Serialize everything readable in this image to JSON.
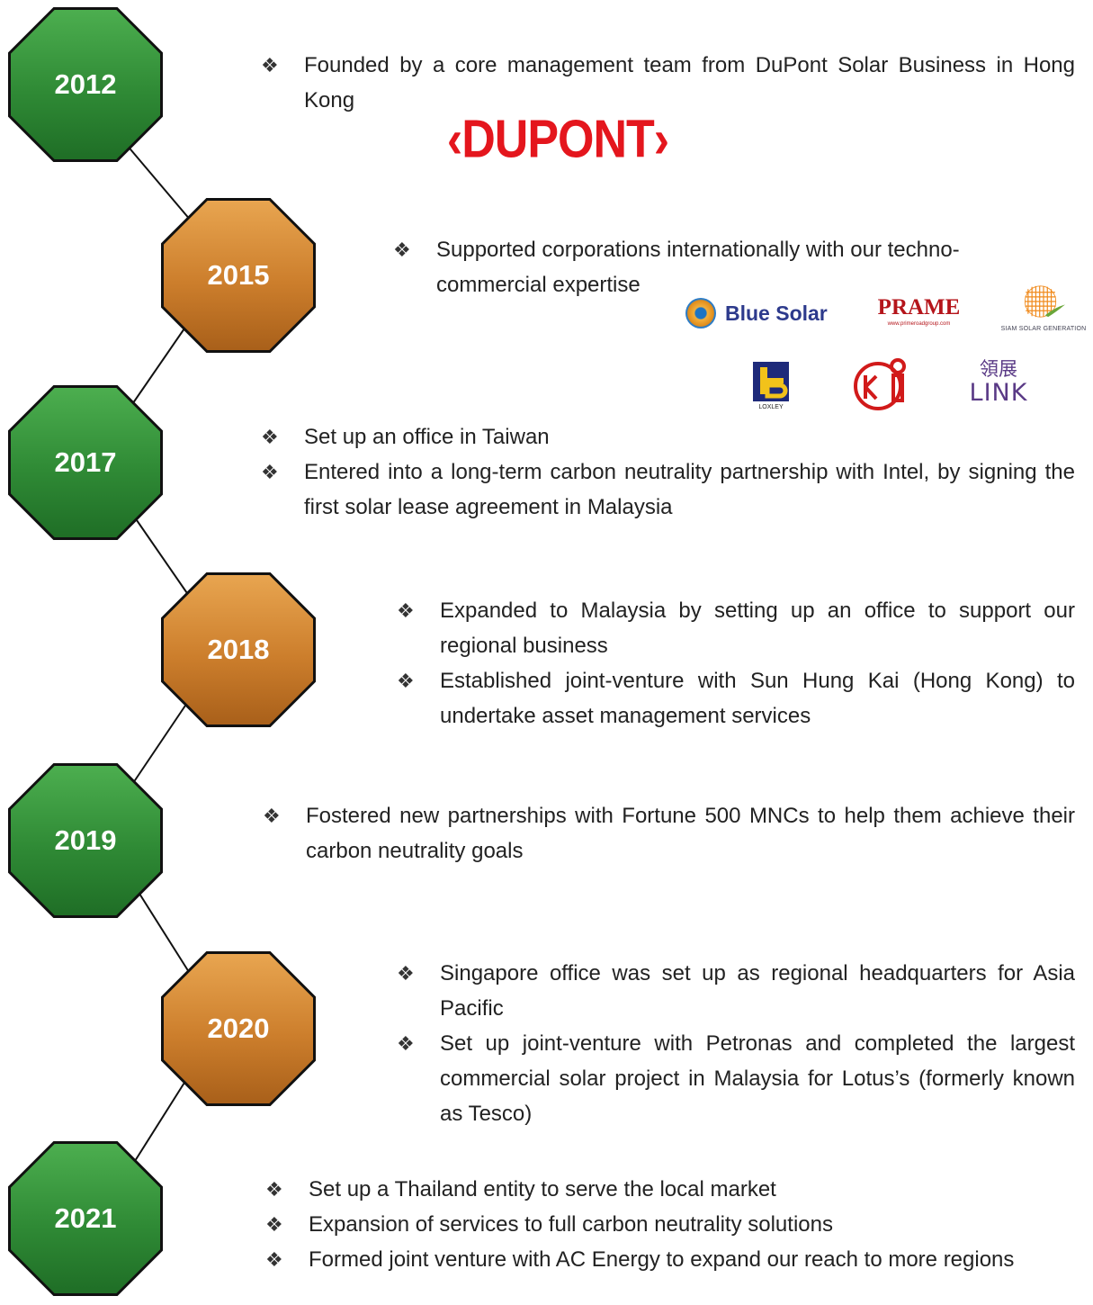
{
  "bullet_symbol": "❖",
  "timeline": [
    {
      "year": "2012",
      "color": "green",
      "items": [
        "Founded by a core management team from DuPont Solar Business in Hong Kong"
      ]
    },
    {
      "year": "2015",
      "color": "orange",
      "items": [
        "Supported corporations internationally with our techno-commercial expertise"
      ]
    },
    {
      "year": "2017",
      "color": "green",
      "items": [
        "Set up an office in Taiwan",
        "Entered into a long-term carbon neutrality partnership with Intel, by signing the first solar lease agreement in Malaysia"
      ]
    },
    {
      "year": "2018",
      "color": "orange",
      "items": [
        "Expanded to Malaysia by setting up an office to support our regional business",
        "Established joint-venture with Sun Hung Kai (Hong Kong) to undertake asset management services"
      ]
    },
    {
      "year": "2019",
      "color": "green",
      "items": [
        "Fostered new partnerships with Fortune 500 MNCs to help them achieve their carbon neutrality goals"
      ]
    },
    {
      "year": "2020",
      "color": "orange",
      "items": [
        "Singapore office was set up as regional headquarters for Asia Pacific",
        "Set up joint-venture with Petronas and completed the largest commercial solar project in Malaysia for Lotus’s (formerly known as Tesco)"
      ]
    },
    {
      "year": "2021",
      "color": "green",
      "items": [
        "Set up a Thailand entity to serve the local market",
        "Expansion of services to full carbon neutrality solutions",
        "Formed joint venture with AC Energy to expand our reach to more regions"
      ]
    }
  ],
  "logos": {
    "dupont": "‹DUPONT›",
    "blue_solar": "Blue Solar",
    "prime": "PRAME",
    "prime_url": "www.primeroadgroup.com",
    "siam": "SIAM SOLAR GENERATION",
    "loxley": "LOXLEY",
    "link_cn": "領展",
    "link_en": "LINK"
  },
  "colors": {
    "green": "#2f8a35",
    "orange": "#cc7e2c",
    "dupont_red": "#e4161d"
  }
}
